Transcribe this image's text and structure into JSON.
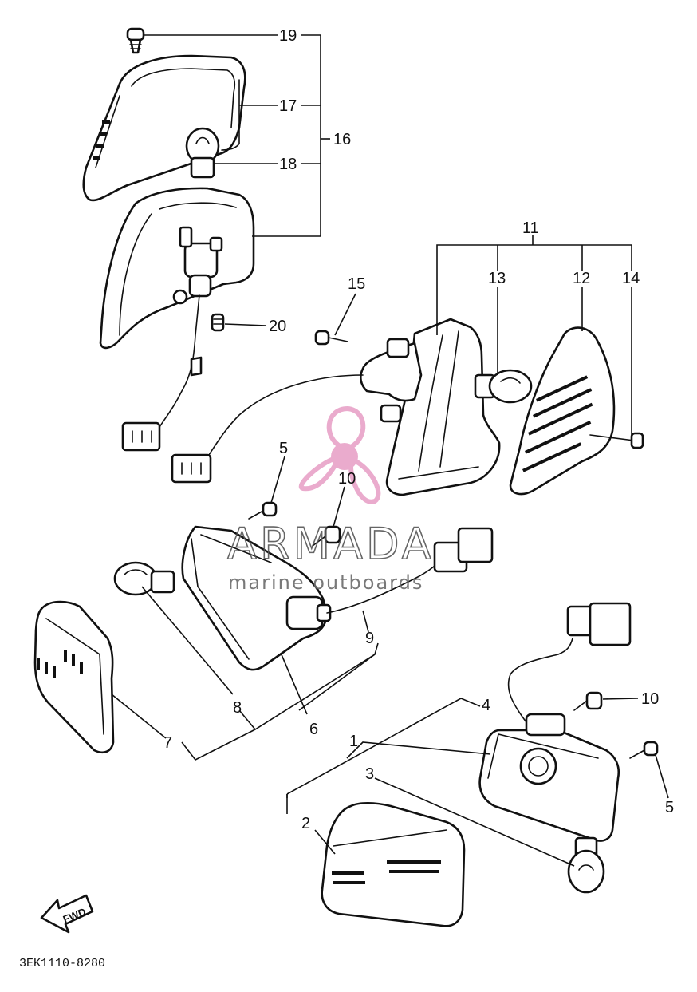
{
  "watermark": {
    "brand": "ARMADA",
    "tagline": "marine outboards",
    "logo_color": "#e8a3c8"
  },
  "diagram_code": "3EK1110-8280",
  "fwd_label": "FWD",
  "callouts": {
    "c1": "1",
    "c2": "2",
    "c3": "3",
    "c4": "4",
    "c5a": "5",
    "c5b": "5",
    "c6": "6",
    "c7": "7",
    "c8": "8",
    "c9": "9",
    "c10a": "10",
    "c10b": "10",
    "c11": "11",
    "c12": "12",
    "c13": "13",
    "c14": "14",
    "c15": "15",
    "c16": "16",
    "c17": "17",
    "c18": "18",
    "c19": "19",
    "c20": "20"
  }
}
